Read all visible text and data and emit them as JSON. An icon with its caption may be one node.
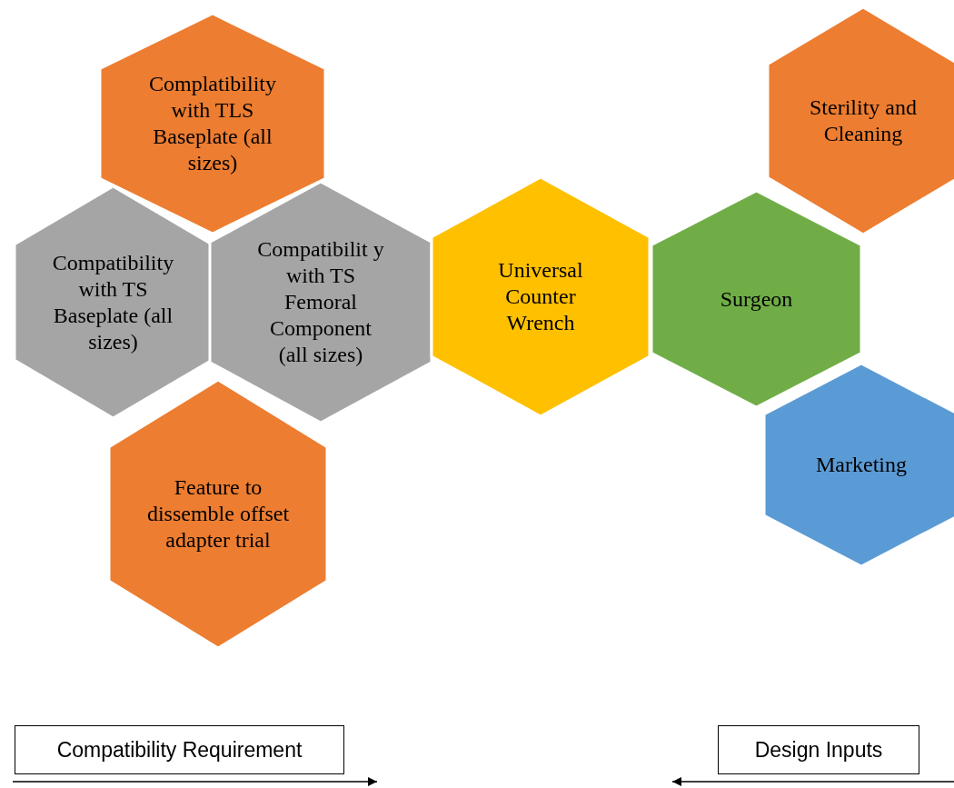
{
  "diagram": {
    "nodes": [
      {
        "text": [
          "Complatibility with TLS Baseplate (all sizes)"
        ]
      },
      {
        "text": [
          "Sterility and Cleaning"
        ]
      },
      {
        "text": [
          "Compatibility with TS Baseplate (all sizes)"
        ]
      },
      {
        "text": [
          "Compatibilit y with TS Femoral Component (all sizes)"
        ]
      },
      {
        "text": [
          "Universal Counter Wrench"
        ]
      },
      {
        "text": [
          "Surgeon"
        ]
      },
      {
        "text": [
          "Feature to dissemble offset adapter trial"
        ]
      },
      {
        "text": [
          "Marketing"
        ]
      },
      {
        "text": [
          "Compatibility Requirement"
        ]
      },
      {
        "text": [
          "Design Inputs"
        ]
      }
    ]
  }
}
